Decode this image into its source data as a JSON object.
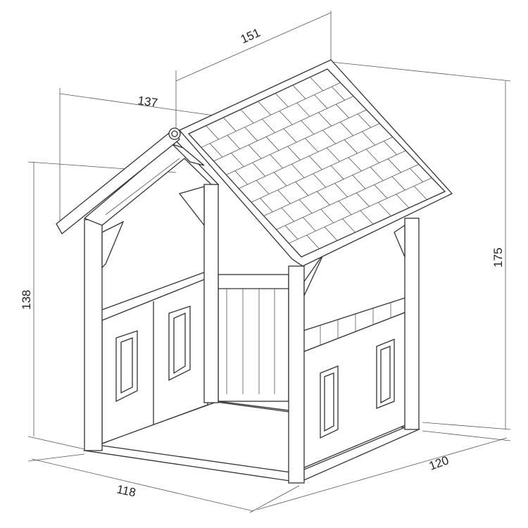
{
  "drawing": {
    "subject": "playhouse",
    "line_color": "#333333",
    "background": "#ffffff",
    "dimensions": {
      "roof_depth": "151",
      "roof_width": "137",
      "total_height": "175",
      "wall_height": "138",
      "base_width": "118",
      "base_depth": "120"
    }
  }
}
